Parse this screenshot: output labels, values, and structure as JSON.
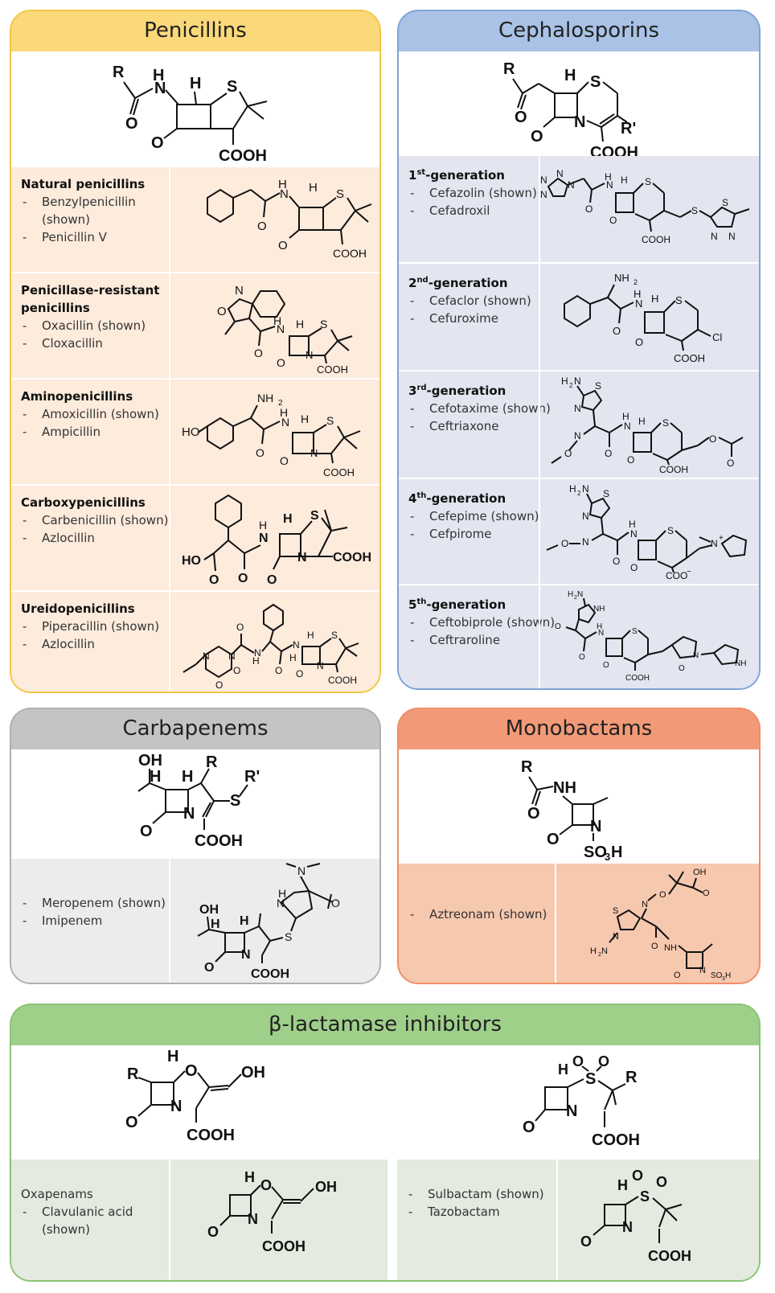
{
  "penicillins": {
    "title": "Penicillins",
    "rows": [
      {
        "cls": "Natural penicillins",
        "items": [
          "Benzylpenicillin (shown)",
          "Penicillin V"
        ]
      },
      {
        "cls": "Penicillase-resistant penicillins",
        "items": [
          "Oxacillin (shown)",
          "Cloxacillin"
        ]
      },
      {
        "cls": "Aminopenicillins",
        "items": [
          "Amoxicillin (shown)",
          "Ampicillin"
        ]
      },
      {
        "cls": "Carboxypenicillins",
        "items": [
          "Carbenicillin (shown)",
          "Azlocillin"
        ]
      },
      {
        "cls": "Ureidopenicillins",
        "items": [
          "Piperacillin (shown)",
          "Azlocillin"
        ]
      }
    ]
  },
  "cephalosporins": {
    "title": "Cephalosporins",
    "rows": [
      {
        "num": "1",
        "sup": "st",
        "suffix": "-generation",
        "items": [
          "Cefazolin (shown)",
          "Cefadroxil"
        ]
      },
      {
        "num": "2",
        "sup": "nd",
        "suffix": "-generation",
        "items": [
          "Cefaclor (shown)",
          "Cefuroxime"
        ]
      },
      {
        "num": "3",
        "sup": "rd",
        "suffix": "-generation",
        "items": [
          "Cefotaxime (shown)",
          "Ceftriaxone"
        ]
      },
      {
        "num": "4",
        "sup": "th",
        "suffix": "-generation",
        "items": [
          "Cefepime (shown)",
          "Cefpirome"
        ]
      },
      {
        "num": "5",
        "sup": "th",
        "suffix": "-generation",
        "items": [
          "Ceftobiprole (shown)",
          "Ceftraroline"
        ]
      }
    ]
  },
  "carbapenems": {
    "title": "Carbapenems",
    "items": [
      "Meropenem (shown)",
      "Imipenem"
    ]
  },
  "monobactams": {
    "title": "Monobactams",
    "items": [
      "Aztreonam (shown)"
    ]
  },
  "inhibitors": {
    "title": "β-lactamase inhibitors",
    "left": {
      "cls": "Oxapenams",
      "items": [
        "Clavulanic acid (shown)"
      ]
    },
    "right": {
      "items": [
        "Sulbactam (shown)",
        "Tazobactam"
      ]
    }
  },
  "atoms": {
    "R": "R",
    "Rp": "R'",
    "H": "H",
    "N": "N",
    "S": "S",
    "O": "O",
    "OH": "OH",
    "HO": "HO",
    "NH": "NH",
    "NH2": "NH",
    "two": "2",
    "COOH": "COOH",
    "COO": "COO",
    "SO3H": "SO",
    "three": "3",
    "Cl": "Cl",
    "H2N": "H",
    "minus": "−",
    "plus": "+"
  },
  "colors": {
    "penicillins_header": "#fbd87a",
    "penicillins_body": "#fdebdc",
    "penicillins_border": "#f2c744",
    "cephalosporins_header": "#a9c2e6",
    "cephalosporins_body": "#e3e6f0",
    "cephalosporins_border": "#7fa4d8",
    "carbapenems_header": "#c4c4c4",
    "carbapenems_body": "#ececec",
    "carbapenems_border": "#b0b0b0",
    "monobactams_header": "#f29a78",
    "monobactams_body": "#f6c8ae",
    "monobactams_border": "#ef8f68",
    "inhibitors_header": "#9fd08a",
    "inhibitors_body": "#e3eadf",
    "inhibitors_border": "#8cc374"
  }
}
